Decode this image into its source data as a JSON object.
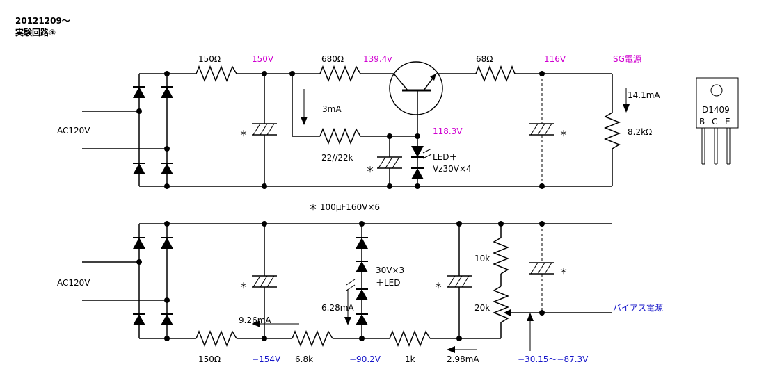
{
  "header": {
    "date": "20121209〜",
    "title": "実験回路④"
  },
  "top": {
    "ac": "AC120V",
    "r1": "150Ω",
    "v1": "150V",
    "r2": "680Ω",
    "v2": "139.4v",
    "r3": "68Ω",
    "v3": "116V",
    "sg": "SG電源",
    "current": "3mA",
    "r4": "22//22k",
    "v4": "118.3V",
    "led1": "LED＋",
    "led2": "Vz30V×4",
    "i_load": "14.1mA",
    "r_load": "8.2kΩ"
  },
  "cap_note": "＊ 100μF160V×6",
  "transistor": {
    "name": "D1409",
    "pins": [
      "B",
      "C",
      "E"
    ]
  },
  "bottom": {
    "ac": "AC120V",
    "r1": "150Ω",
    "v1": "−154V",
    "r2": "6.8k",
    "v2": "−90.2V",
    "r3": "1k",
    "i2": "2.98mA",
    "v3": "−30.15〜−87.3V",
    "i1": "9.26mA",
    "i_zener": "6.28mA",
    "zener1": "30V×3",
    "zener2": "＋LED",
    "r_top": "10k",
    "r_bot": "20k",
    "bias": "バイアス電源"
  }
}
